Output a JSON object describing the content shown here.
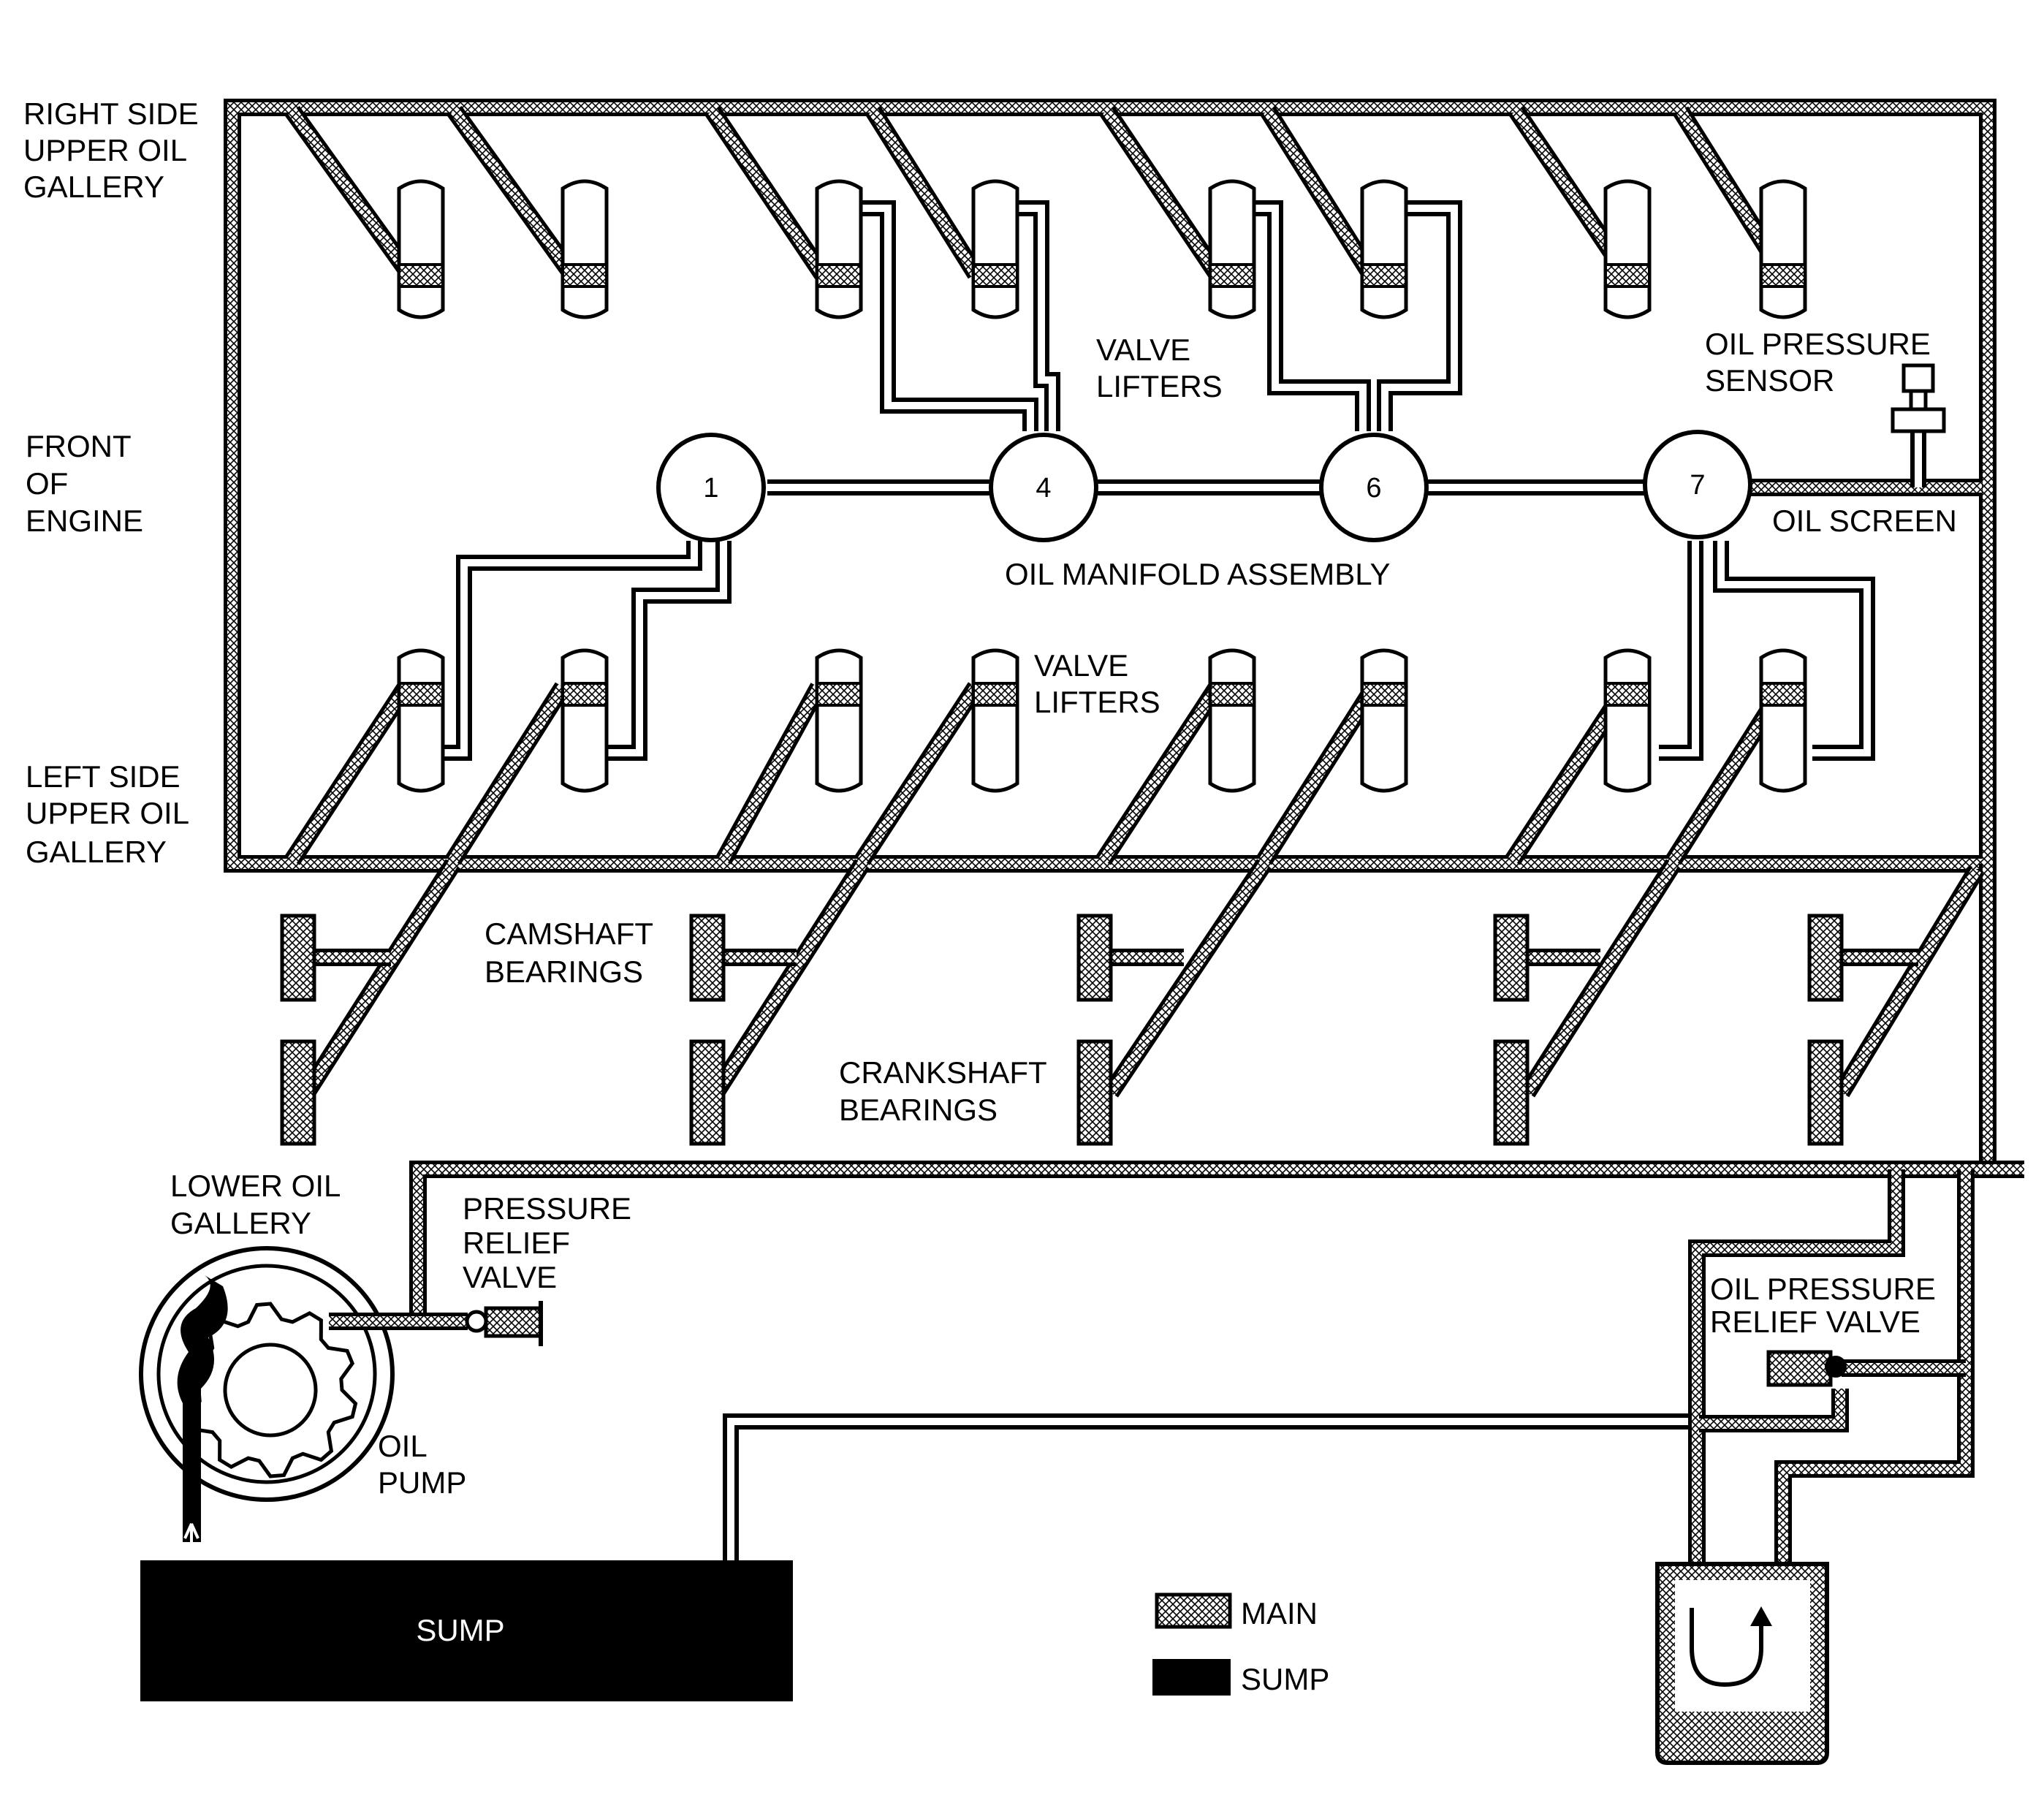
{
  "labels": {
    "right_gallery": [
      "RIGHT SIDE",
      "UPPER OIL",
      "GALLERY"
    ],
    "front_engine": [
      "FRONT",
      "OF",
      "ENGINE"
    ],
    "left_gallery": [
      "LEFT SIDE",
      "UPPER OIL",
      "GALLERY"
    ],
    "valve_lifters_upper": [
      "VALVE",
      "LIFTERS"
    ],
    "valve_lifters_lower": [
      "VALVE",
      "LIFTERS"
    ],
    "oil_pressure_sensor": [
      "OIL PRESSURE",
      "SENSOR"
    ],
    "oil_screen": "OIL SCREEN",
    "oil_manifold": "OIL MANIFOLD ASSEMBLY",
    "camshaft_bearings": [
      "CAMSHAFT",
      "BEARINGS"
    ],
    "crankshaft_bearings": [
      "CRANKSHAFT",
      "BEARINGS"
    ],
    "lower_gallery": [
      "LOWER OIL",
      "GALLERY"
    ],
    "pressure_relief": [
      "PRESSURE",
      "RELIEF",
      "VALVE"
    ],
    "oil_pump": [
      "OIL",
      "PUMP"
    ],
    "oil_pressure_relief": [
      "OIL PRESSURE",
      "RELIEF VALVE"
    ],
    "sump": "SUMP"
  },
  "manifold_ports": [
    "1",
    "4",
    "6",
    "7"
  ],
  "legend": [
    {
      "label": "MAIN",
      "pattern": "crosshatch"
    },
    {
      "label": "SUMP",
      "pattern": "solid-black"
    }
  ],
  "colors": {
    "line": "#000000",
    "background": "#ffffff"
  }
}
